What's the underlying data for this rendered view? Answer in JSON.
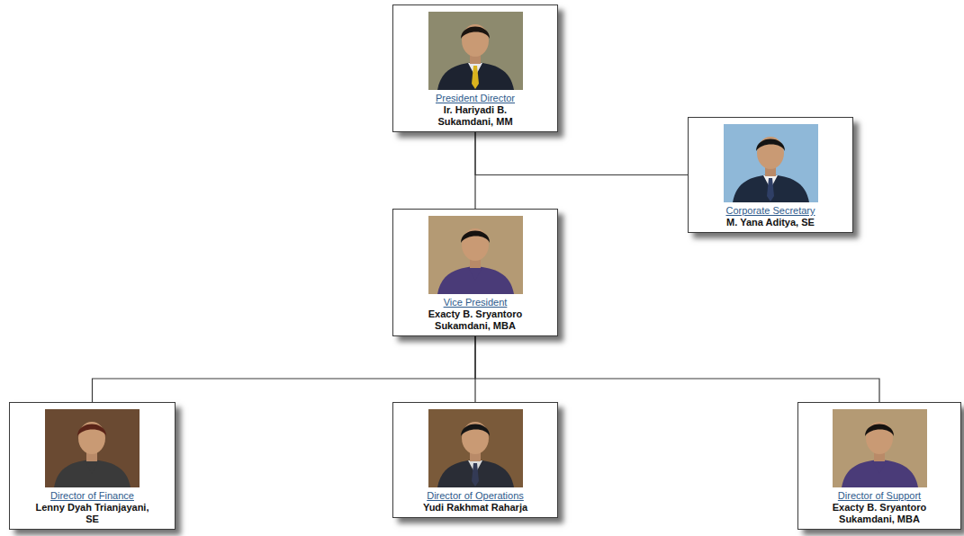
{
  "diagram": {
    "nodes": [
      {
        "text": [
          "President Director",
          "Ir. Hariyadi B. Sukamdani, MM"
        ]
      },
      {
        "text": [
          "Corporate Secretary",
          "M. Yana Aditya, SE"
        ]
      },
      {
        "text": [
          "Vice President",
          "Exacty B. Sryantoro Sukamdani, MBA"
        ]
      },
      {
        "text": [
          "Director of Finance",
          "Lenny Dyah Trianjayani, SE"
        ]
      },
      {
        "text": [
          "Director of Operations",
          "Yudi Rakhmat Raharja"
        ]
      },
      {
        "text": [
          "Director of Support",
          "Exacty B. Sryantoro Sukamdani, MBA"
        ]
      }
    ],
    "edges": [
      {
        "from": 0,
        "to": 2,
        "arrow": "none"
      },
      {
        "from": 0,
        "to": 1,
        "arrow": "none"
      },
      {
        "from": 2,
        "to": 3,
        "arrow": "none"
      },
      {
        "from": 2,
        "to": 4,
        "arrow": "none"
      },
      {
        "from": 2,
        "to": 5,
        "arrow": "none"
      }
    ]
  }
}
